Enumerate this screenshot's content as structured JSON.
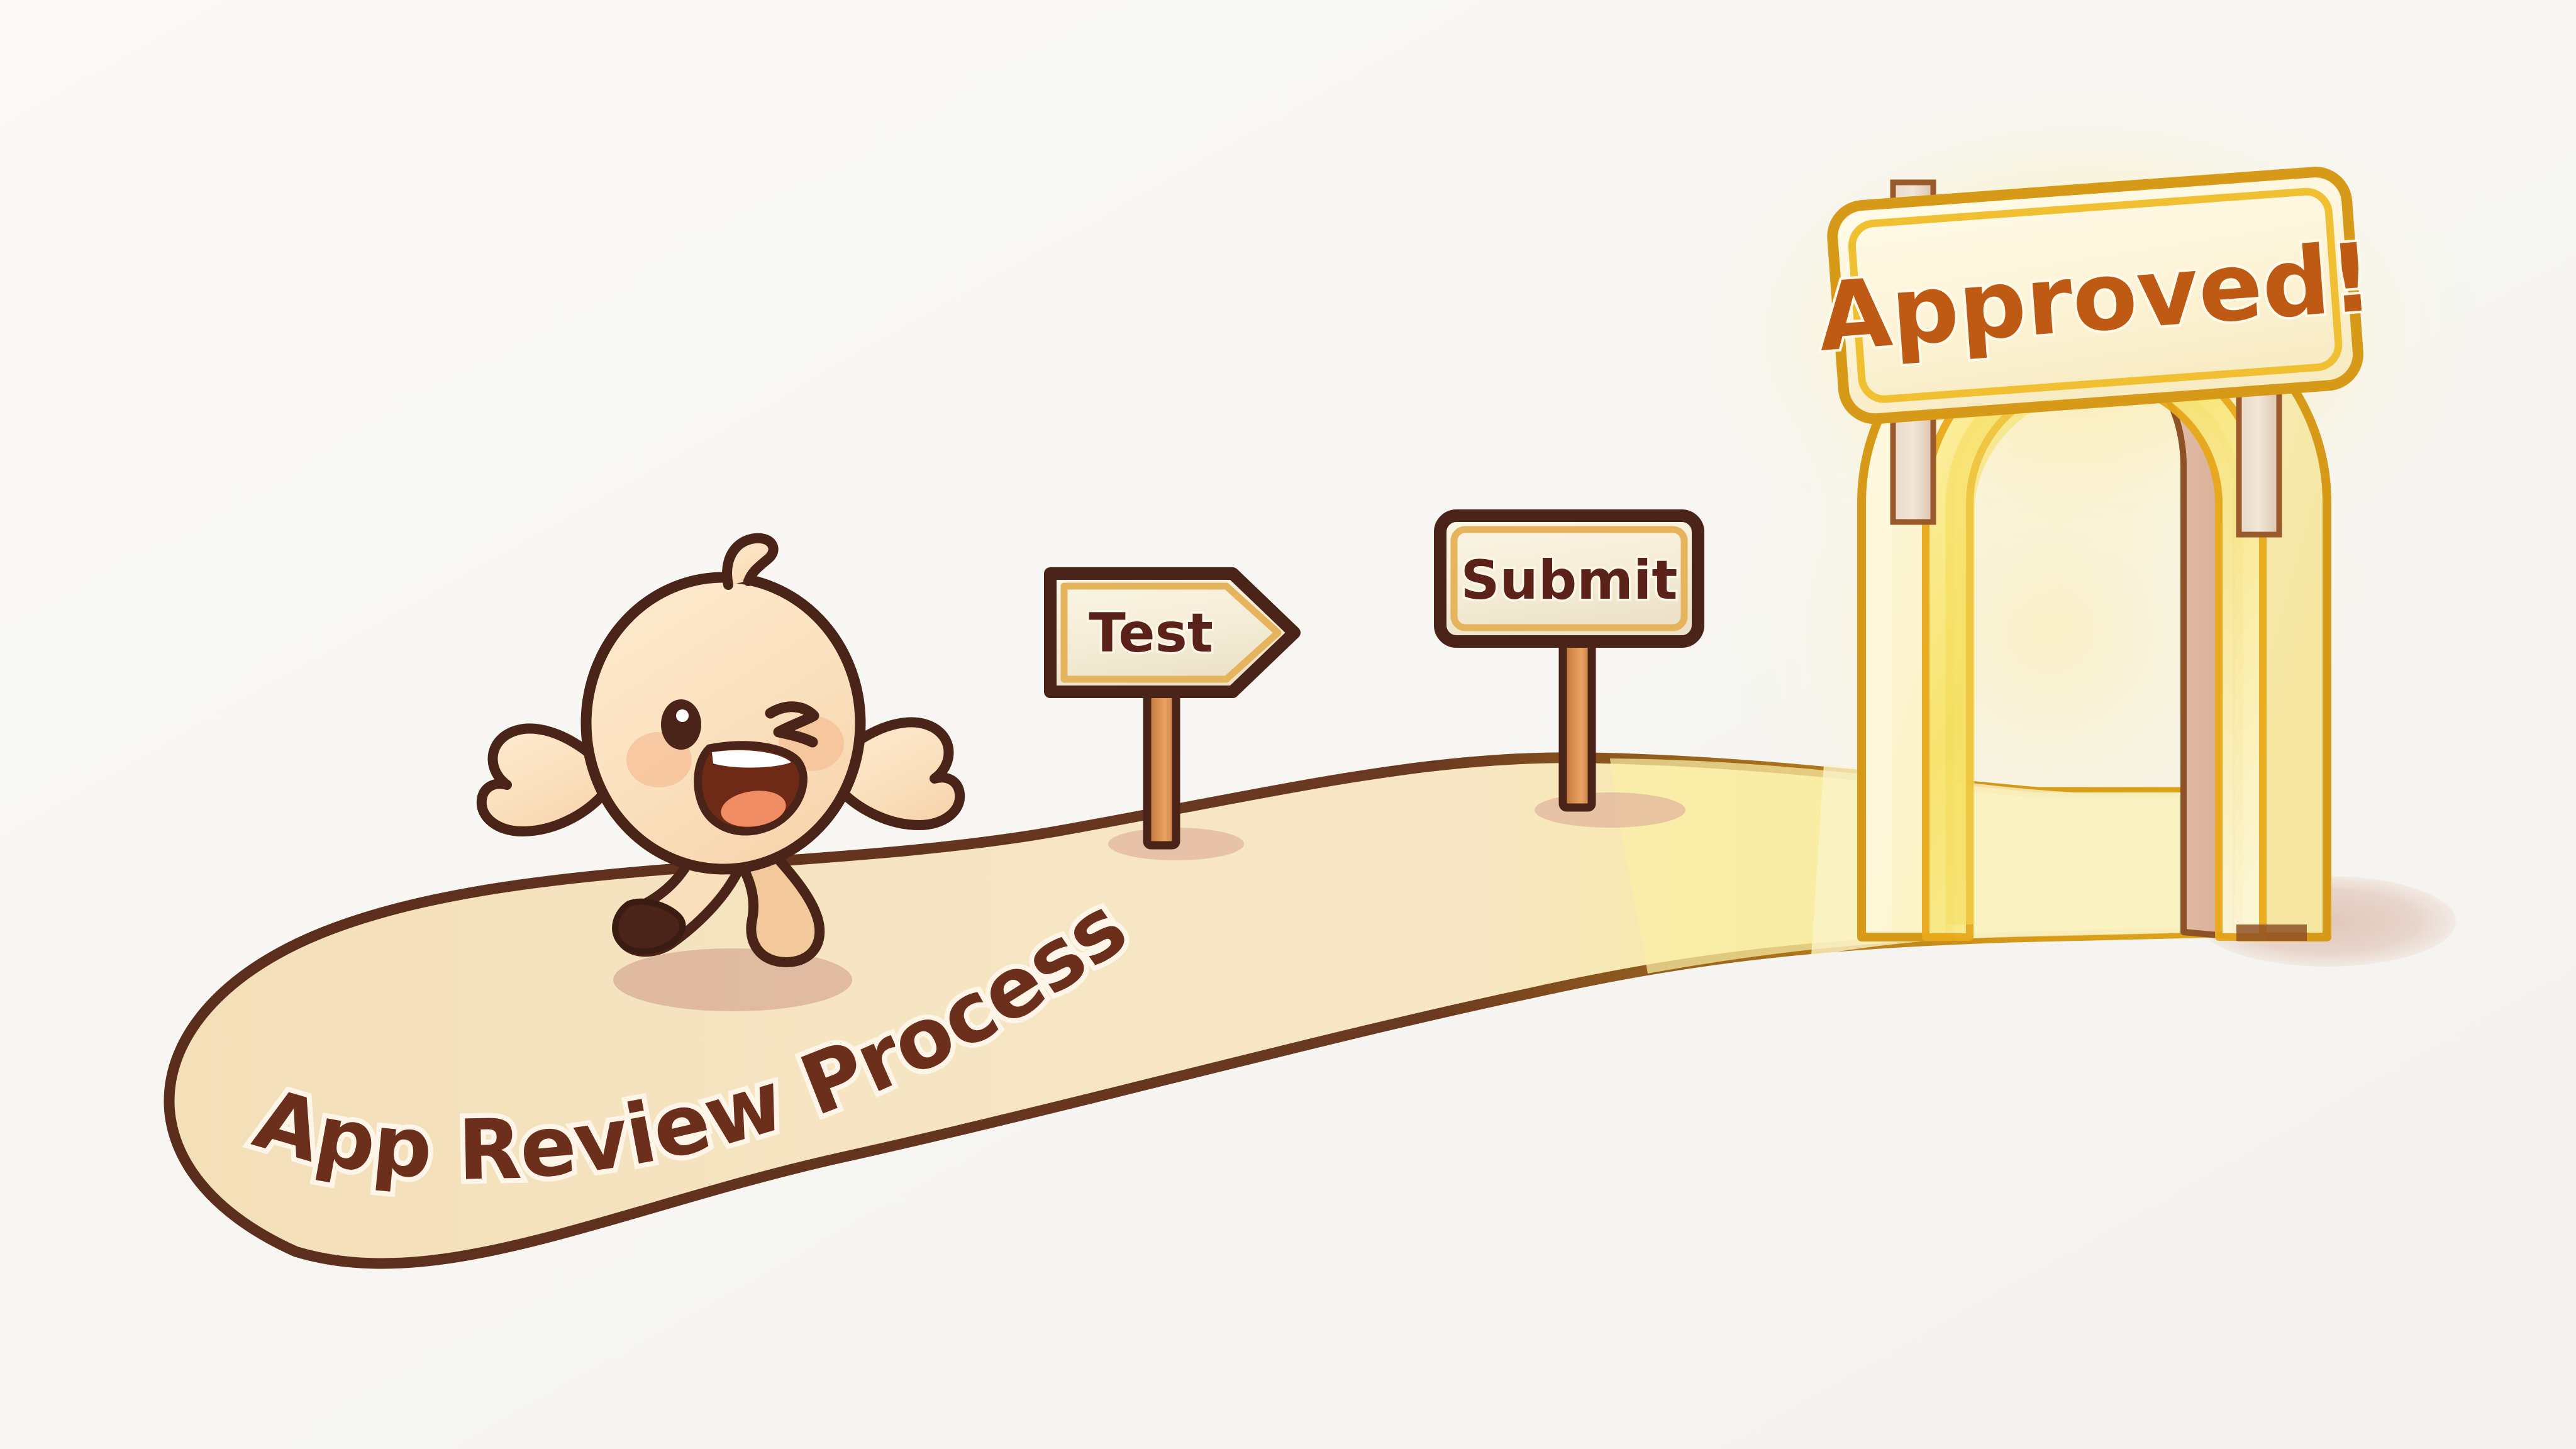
{
  "illustration": {
    "title_on_path": "App Review Process",
    "background_color": "#f8f7f4",
    "path": {
      "fill_color": "#f5e3c0",
      "outline_color": "#5a2d1d",
      "glow_fill_color": "#f7e9a8",
      "glow_outline_color": "#d99b12"
    },
    "character": {
      "name": "running-mascot",
      "skin_color": "#fbe0bd",
      "outline_color": "#4a2418",
      "cheek_color": "#f5c29a",
      "mouth_color": "#6e2a16",
      "tongue_color": "#ef8c64",
      "shoe_color": "#4a2418",
      "expression": "winking-smiling"
    },
    "signs": [
      {
        "id": "test-sign",
        "label": "Test",
        "shape": "arrow-right",
        "board_fill": "#f6efdc",
        "board_border": "#4a2418",
        "inner_border": "#e6b45c",
        "text_color": "#5a2218",
        "post_color": "#cf8445"
      },
      {
        "id": "submit-sign",
        "label": "Submit",
        "shape": "rectangle",
        "board_fill": "#f6efdc",
        "board_border": "#4a2418",
        "inner_border": "#e6b45c",
        "text_color": "#5a2218",
        "post_color": "#cf8445"
      },
      {
        "id": "approved-sign",
        "label": "Approved!",
        "shape": "rounded-rectangle-glowing",
        "board_fill": "#fdf6e0",
        "board_border": "#d79a18",
        "inner_border": "#f0c032",
        "text_color": "#bf5a14",
        "glow_color": "#ffe9a0",
        "post_color": "#e9d8c6"
      }
    ],
    "archway": {
      "name": "approved-gateway-arch",
      "fill_color": "#fbf3cf",
      "inner_fill_color": "#f7e77e",
      "outline_color": "#d79a18",
      "side_outline_color": "#c8861a",
      "shadow_color": "#d7ab99"
    },
    "shadows": {
      "ground_shadow_color": "#d2a28e",
      "sign_shadow_color": "#e0b49c"
    }
  }
}
